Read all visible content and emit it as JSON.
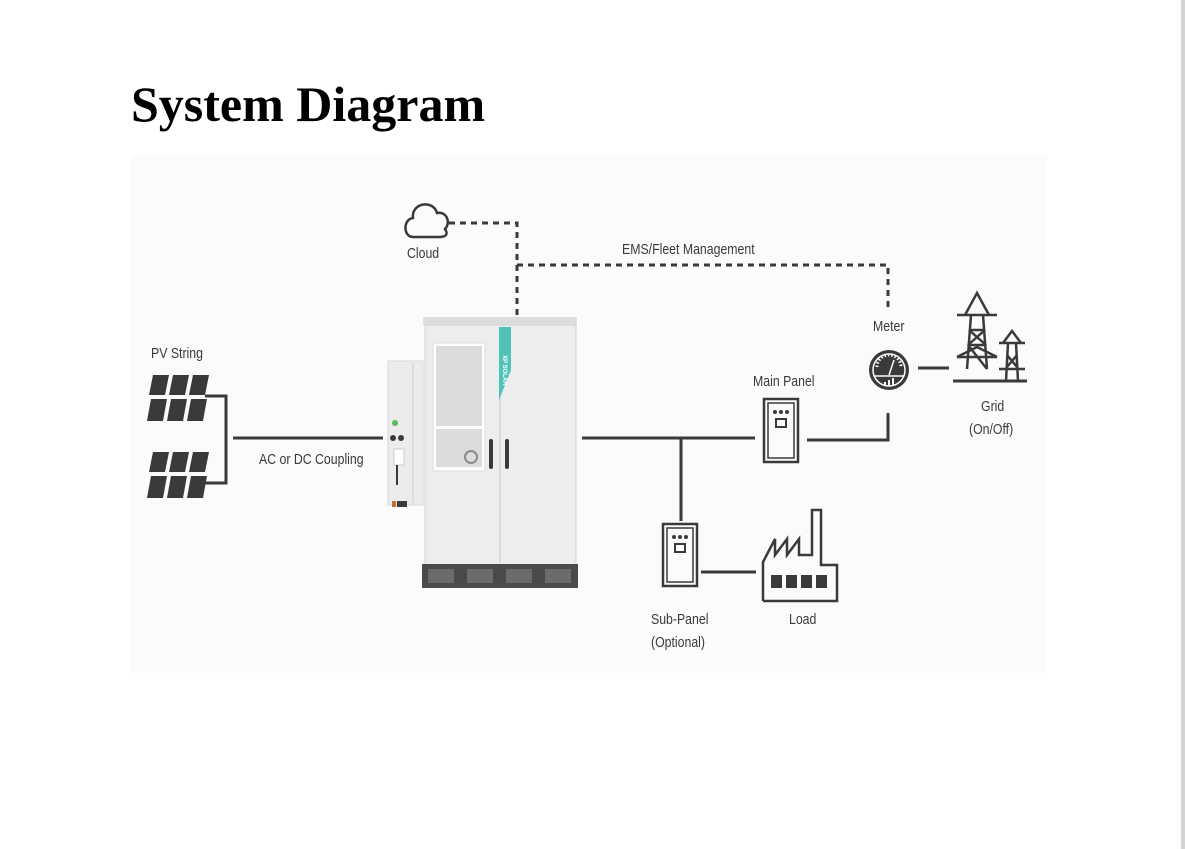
{
  "page": {
    "title": "System Diagram"
  },
  "diagram": {
    "labels": {
      "cloud": "Cloud",
      "ems": "EMS/Fleet Management",
      "pv_string": "PV String",
      "coupling": "AC or DC Coupling",
      "meter": "Meter",
      "main_panel": "Main Panel",
      "grid_line1": "Grid",
      "grid_line2": "(On/Off)",
      "sub_panel_line1": "Sub-Panel",
      "sub_panel_line2": "(Optional)",
      "load": "Load",
      "brand": "XP SOLAR"
    },
    "colors": {
      "line": "#3a3a3c",
      "icon": "#3a3a3c",
      "accent": "#4fc3b8",
      "cabinet": "#eceded",
      "cabinet_base": "#4a4b4d",
      "background": "#fafbfb"
    }
  }
}
